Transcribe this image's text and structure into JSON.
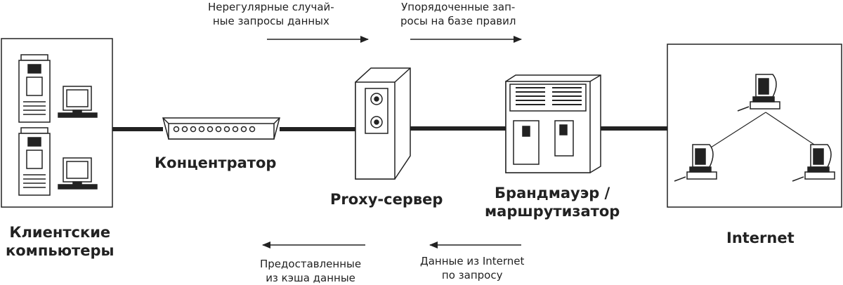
{
  "labels": {
    "hub": "Концентратор",
    "proxy": "Proxy-сервер",
    "firewall_line1": "Брандмауэр /",
    "firewall_line2": "маршрутизатор",
    "clients_line1": "Клиентские",
    "clients_line2": "компьютеры",
    "internet": "Internet"
  },
  "flows": {
    "top_left_line1": "Нерегулярные случай-",
    "top_left_line2": "ные запросы данных",
    "top_right_line1": "Упорядоченные зап-",
    "top_right_line2": "росы на базе правил",
    "bottom_left_line1": "Предоставленные",
    "bottom_left_line2": "из кэша данные",
    "bottom_right_line1": "Данные из Internet",
    "bottom_right_line2": "по запросу"
  }
}
